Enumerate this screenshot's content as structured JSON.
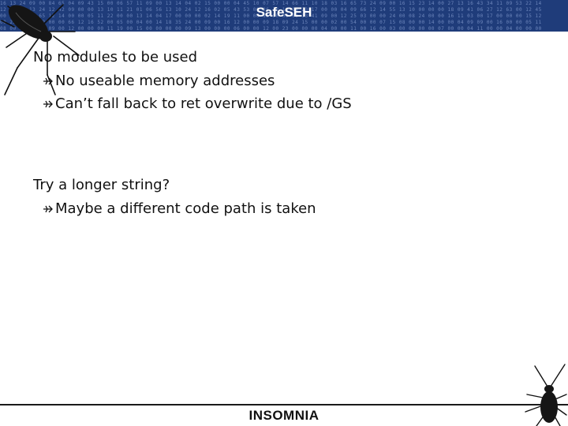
{
  "slide": {
    "title": "SafeSEH",
    "bullets": [
      {
        "text": "No modules to be used",
        "sub": [
          "No useable memory addresses",
          "Can’t fall back to ret overwrite due to /GS"
        ]
      },
      {
        "text": "Try a longer string?",
        "sub": [
          "Maybe a different code path is taken"
        ]
      }
    ],
    "footer_brand": "INSOMNIA"
  },
  "header_hex": [
    "16 13 24 09 00 84 65 04 09 43 15 00 06 57 11 09 00 13 14 04 02 15 00 00 04 45 10 07 57 14 66 11 10 18 03 16 65 73 24 09 00 16 15 23 14 00 27 13 16 43 34 11 09 53 22 14",
    "12 10 00 13 24 12 42 09 00 00 13 10 11 21 01 06 56 13 10 24 12 16 02 05 43 53 00 26 12 16 14 23 17 00 00 04 09 66 12 14 55 13 10 00 00 00 18 09 41 06 27 12 63 00 12 45",
    "00 04 42 10 65 12 14 00 00 05 11 22 00 00 13 14 04 17 00 00 00 02 14 19 11 00 00 15 00 00 00 13 41 09 00 12 25 03 00 00 24 00 08 24 00 00 16 11 03 00 17 00 00 00 15 12",
    "00 22 14 04 02 00 00 66 12 16 52 00 65 00 04 00 14 18 35 24 00 09 00 16 12 00 00 09 18 09 24 15 00 00 02 00 54 00 00 07 15 08 00 00 14 00 00 04 09 09 00 16 00 00 05 11",
    "08 00 00 16 00 09 00 12 00 00 00 11 19 00 15 00 00 00 00 09 13 00 00 00 06 00 00 12 00 23 00 00 00 04 00 00 11 00 16 00 03 00 00 00 00 07 00 00 04 11 00 00 04 00 00 00"
  ],
  "colors": {
    "header_bg": "#1f3c7a",
    "header_text": "#ffffff",
    "body_text": "#111111"
  },
  "icons": {
    "bullet": "arrow-bullet-icon",
    "decoration_top": "cockroach-icon",
    "decoration_bottom": "cockroach-icon"
  }
}
